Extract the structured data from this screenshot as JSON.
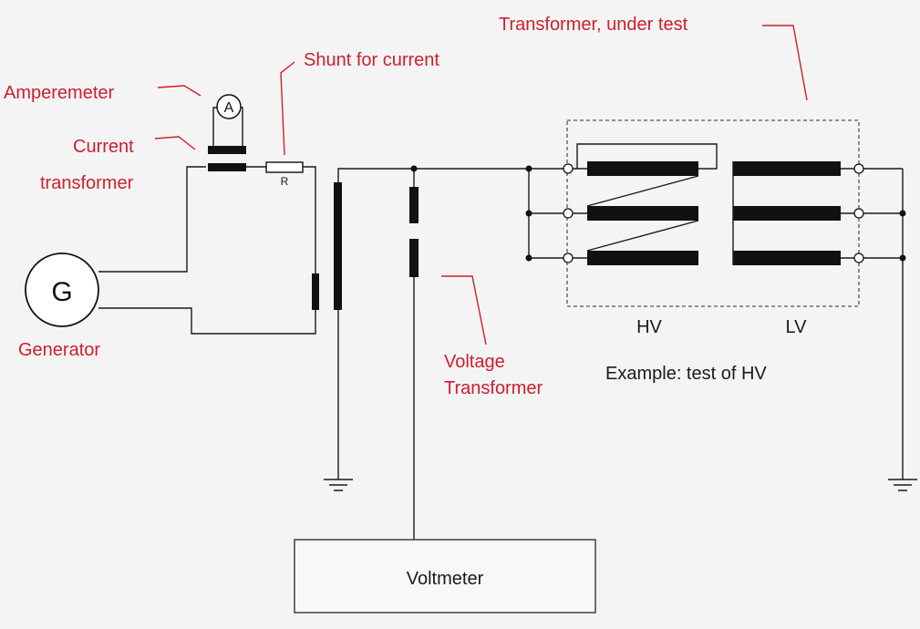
{
  "labels": {
    "transformer_under_test": "Transformer, under test",
    "shunt": "Shunt for current",
    "amperemeter": "Amperemeter",
    "current_transformer_1": "Current",
    "current_transformer_2": "transformer",
    "generator": "Generator",
    "voltage_transformer_1": "Voltage",
    "voltage_transformer_2": "Transformer",
    "hv": "HV",
    "lv": "LV",
    "example": "Example: test of HV",
    "voltmeter": "Voltmeter",
    "resistor": "R",
    "generator_symbol": "G",
    "ammeter_symbol": "A"
  },
  "colors": {
    "label_red": "#cc1f2e",
    "wire": "#1a1a1a",
    "background": "#f4f4f4"
  }
}
